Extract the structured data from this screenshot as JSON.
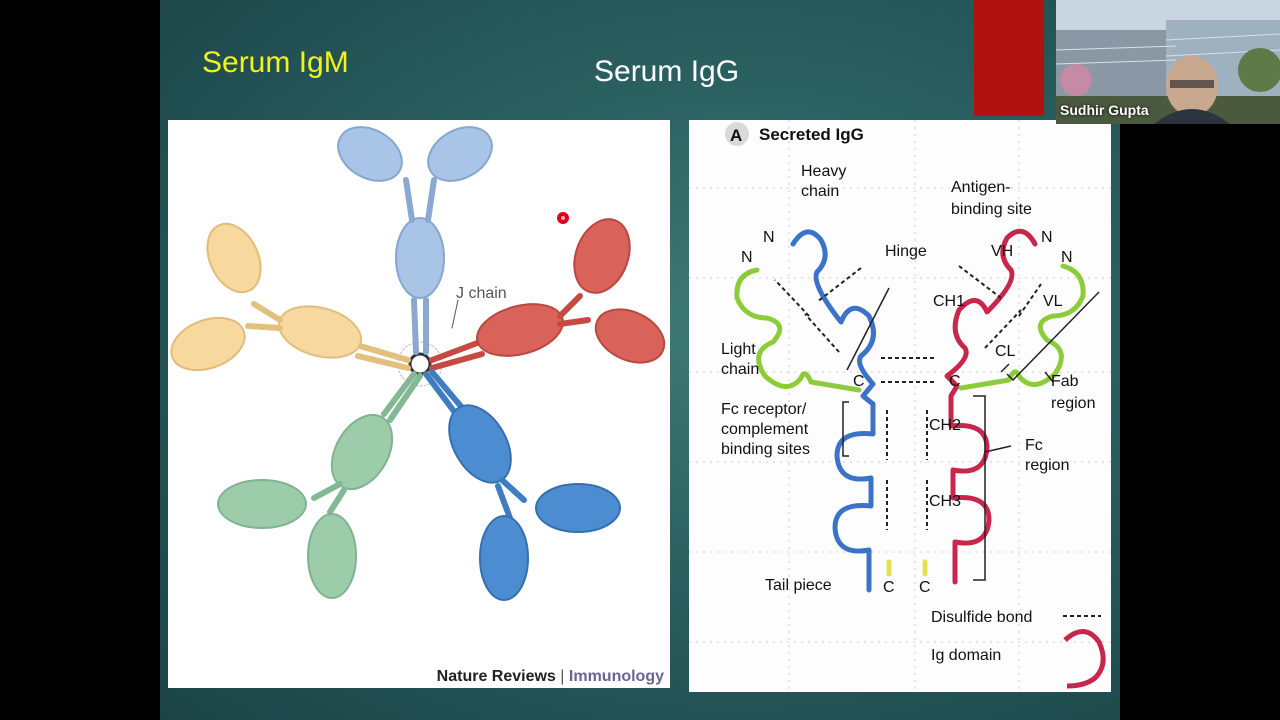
{
  "slide": {
    "title_left": "Serum IgM",
    "title_right": "Serum IgG"
  },
  "igm_panel": {
    "j_chain_label": "J chain",
    "credit_journal_prefix": "Nature Reviews",
    "credit_separator": "|",
    "credit_journal_suffix": "Immunology",
    "pointer_color": "#e0001a",
    "colors": {
      "blue_light": "#a8c4e6",
      "yellow": "#f7d9a0",
      "red": "#d9625a",
      "green": "#9cccaa",
      "blue_dark": "#4c8cd0"
    }
  },
  "igg_panel": {
    "panel_tag": "A",
    "panel_title": "Secreted IgG",
    "labels": {
      "heavy_chain_1": "Heavy",
      "heavy_chain_2": "chain",
      "antigen_1": "Antigen-",
      "antigen_2": "binding site",
      "hinge": "Hinge",
      "n_left_1": "N",
      "n_left_2": "N",
      "n_right_1": "N",
      "n_right_2": "N",
      "vh": "VH",
      "vl": "VL",
      "ch1": "CH1",
      "cl": "CL",
      "light_chain_1": "Light",
      "light_chain_2": "chain",
      "c_left": "C",
      "c_right": "C",
      "fab_1": "Fab",
      "fab_2": "region",
      "fc_receptor_1": "Fc receptor/",
      "fc_receptor_2": "complement",
      "fc_receptor_3": "binding sites",
      "ch2": "CH2",
      "ch3": "CH3",
      "fc_1": "Fc",
      "fc_2": "region",
      "tail_piece": "Tail piece",
      "c_tail_left": "C",
      "c_tail_right": "C",
      "legend_disulfide": "Disulfide bond",
      "legend_ig_domain": "Ig domain"
    },
    "colors": {
      "heavy_blue": "#3a73c8",
      "heavy_red": "#c8264a",
      "light_green": "#8ccc3a",
      "tail_yellow": "#e8e050"
    }
  },
  "video": {
    "participant_name": "Sudhir Gupta"
  }
}
